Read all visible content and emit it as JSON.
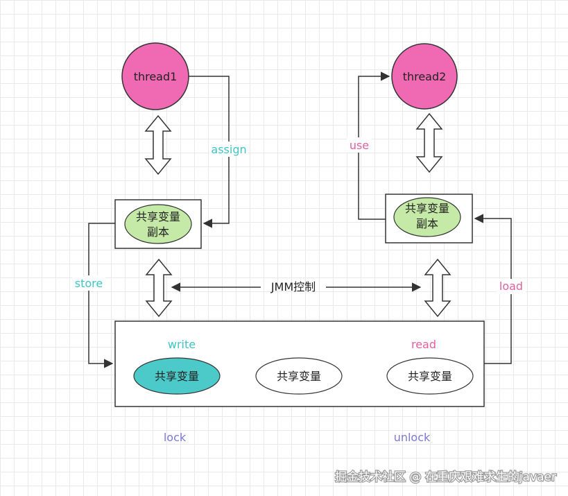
{
  "threads": {
    "thread1": "thread1",
    "thread2": "thread2"
  },
  "copies": {
    "left": {
      "line1": "共享变量",
      "line2": "副本"
    },
    "right": {
      "line1": "共享变量",
      "line2": "副本"
    }
  },
  "operations": {
    "assign": "assign",
    "use": "use",
    "store": "store",
    "load": "load",
    "write": "write",
    "read": "read",
    "lock": "lock",
    "unlock": "unlock"
  },
  "control_label": "JMM控制",
  "main_memory": {
    "vars": [
      "共享变量",
      "共享变量",
      "共享变量"
    ]
  },
  "watermark": "掘金技术社区 @ 在重庆艰难求生的javaer",
  "colors": {
    "thread_fill": "#f06ab3",
    "copy_fill": "#c5eaa8",
    "highlight_var_fill": "#4cc9c9",
    "teal_text": "#3ec4c4",
    "pink_text": "#e0609f",
    "purple_text": "#7b78d8",
    "watermark": "#ffffff"
  }
}
